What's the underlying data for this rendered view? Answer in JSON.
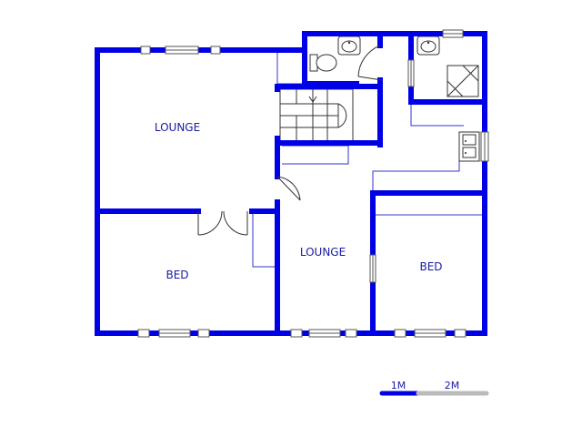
{
  "rooms": [
    {
      "id": "lounge-upper",
      "label": "LOUNGE"
    },
    {
      "id": "bed-left",
      "label": "BED"
    },
    {
      "id": "lounge-center",
      "label": "LOUNGE"
    },
    {
      "id": "bed-right",
      "label": "BED"
    }
  ],
  "scale_bar": {
    "label_1": "1M",
    "label_2": "2M"
  },
  "colors": {
    "wall": "#0000e6",
    "label": "#1a1aa6",
    "scale_filled": "#0000e6",
    "scale_empty": "#bbbbbb"
  }
}
